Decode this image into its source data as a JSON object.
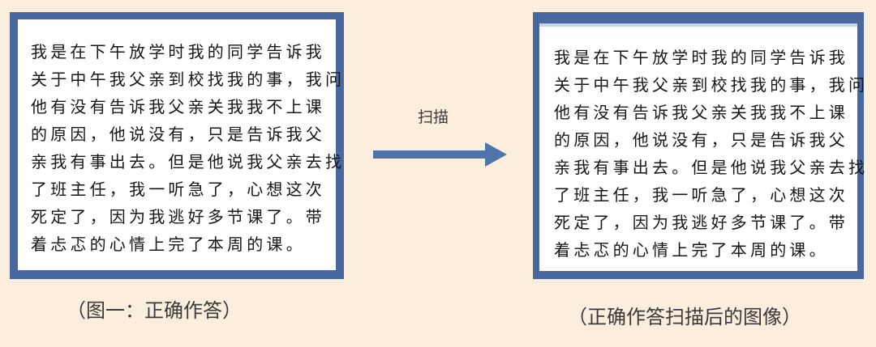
{
  "left_panel": {
    "lines": [
      "我是在下午放学时我的同学告诉我",
      "关于中午我父亲到校找我的事，我问",
      "他有没有告诉我父亲关我我不上课",
      "的原因，他说没有，只是告诉我父",
      "亲我有事出去。但是他说我父亲去找",
      "了班主任，我一听急了，心想这次",
      "死定了，因为我逃好多节课了。带",
      "着忐忑的心情上完了本周的课。"
    ],
    "caption": "（图一：正确作答）"
  },
  "arrow": {
    "label": "扫描"
  },
  "right_panel": {
    "lines": [
      "我是在下午放学时我的同学告诉我",
      "关于中午我父亲到校找我的事，我问",
      "他有没有告诉我父亲关我我不上课",
      "的原因，他说没有，只是告诉我父",
      "亲我有事出去。但是他说我父亲去找",
      "了班主任，我一听急了，心想这次",
      "死定了，因为我逃好多节课了。带",
      "着忐忑的心情上完了本周的课。"
    ],
    "caption": "（正确作答扫描后的图像）"
  },
  "colors": {
    "background": "#fbeedd",
    "frame": "#4a68a0",
    "paper": "#ffffff",
    "ink": "#161616",
    "arrow": "#4f73ab"
  }
}
